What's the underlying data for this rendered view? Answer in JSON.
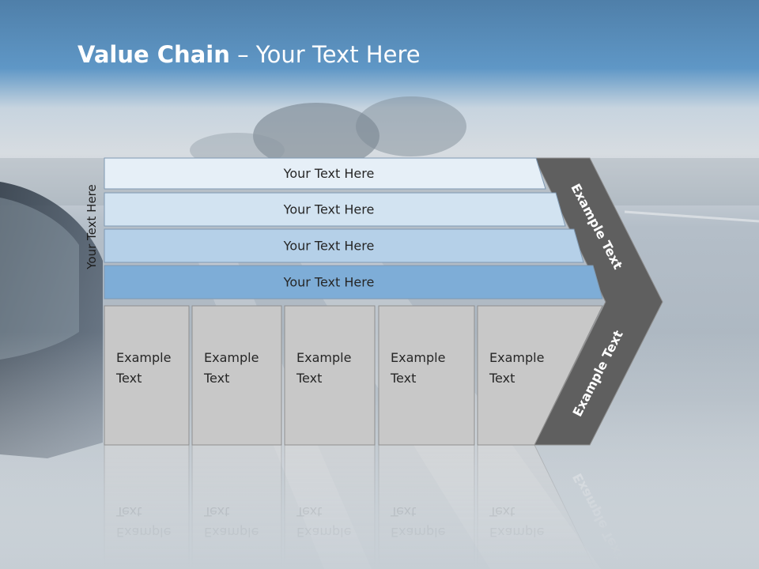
{
  "slide": {
    "title_bold": "Value Chain",
    "title_rest": " – Your Text Here",
    "side_label": "Your Text Here"
  },
  "rows": [
    {
      "label": "Your Text Here",
      "color": "#e6eff7"
    },
    {
      "label": "Your Text Here",
      "color": "#d2e3f1"
    },
    {
      "label": "Your Text Here",
      "color": "#b5d0e8"
    },
    {
      "label": "Your Text Here",
      "color": "#7eadd7"
    }
  ],
  "columns": [
    {
      "line1": "Example",
      "line2": "Text"
    },
    {
      "line1": "Example",
      "line2": "Text"
    },
    {
      "line1": "Example",
      "line2": "Text"
    },
    {
      "line1": "Example",
      "line2": "Text"
    },
    {
      "line1": "Example",
      "line2": "Text"
    }
  ],
  "chevron": {
    "upper_label": "Example Text",
    "lower_label": "Example Text",
    "color": "#5f5f5f"
  },
  "colors": {
    "column_fill": "#c8c8c8",
    "title_band": "#5e91bd"
  }
}
